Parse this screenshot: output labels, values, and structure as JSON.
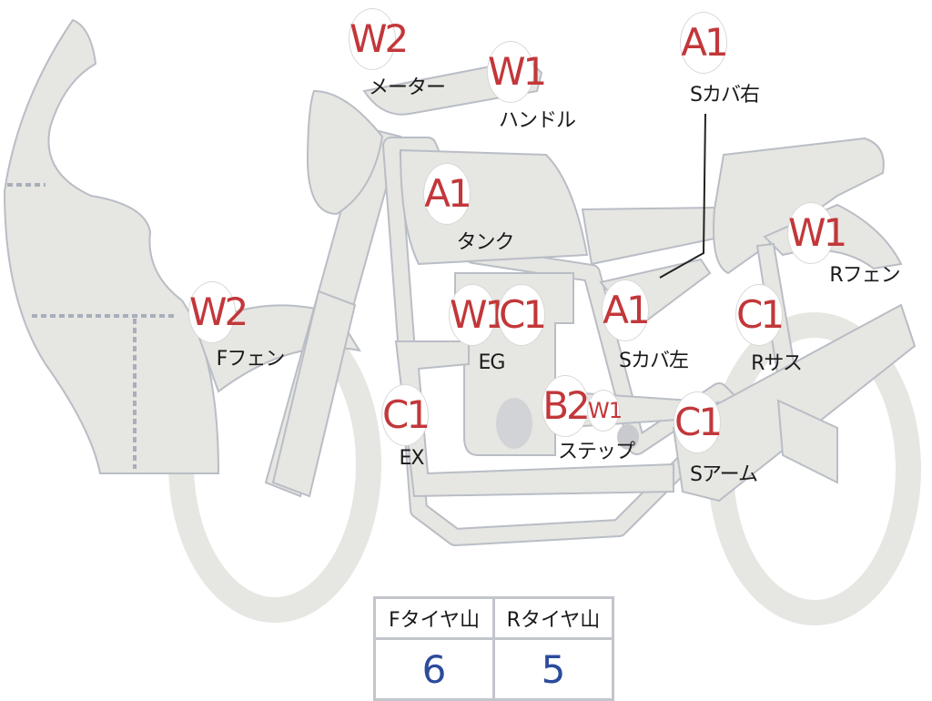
{
  "colors": {
    "part_fill": "#e6e6e2",
    "part_stroke": "#b9bdc5",
    "grade_text": "#c2373a",
    "value_text": "#2b4b9b"
  },
  "markers": [
    {
      "code": "W2",
      "label": "メーター"
    },
    {
      "code": "W1",
      "label": "ハンドル"
    },
    {
      "code": "A1",
      "label": "Sカバ右"
    },
    {
      "code": "A1",
      "label": "タンク"
    },
    {
      "code": "W1",
      "label": "Rフェン"
    },
    {
      "code": "W2",
      "label": "Fフェン"
    },
    {
      "code": "W1",
      "label": "EG"
    },
    {
      "code": "C1",
      "label": ""
    },
    {
      "code": "A1",
      "label": "Sカバ左"
    },
    {
      "code": "C1",
      "label": "Rサス"
    },
    {
      "code": "C1",
      "label": "EX"
    },
    {
      "code": "B2",
      "label": "ステップ"
    },
    {
      "code": "W1",
      "label": ""
    },
    {
      "code": "C1",
      "label": "Sアーム"
    }
  ],
  "tire_table": {
    "headers": [
      "Fタイヤ山",
      "Rタイヤ山"
    ],
    "values": [
      "6",
      "5"
    ]
  }
}
